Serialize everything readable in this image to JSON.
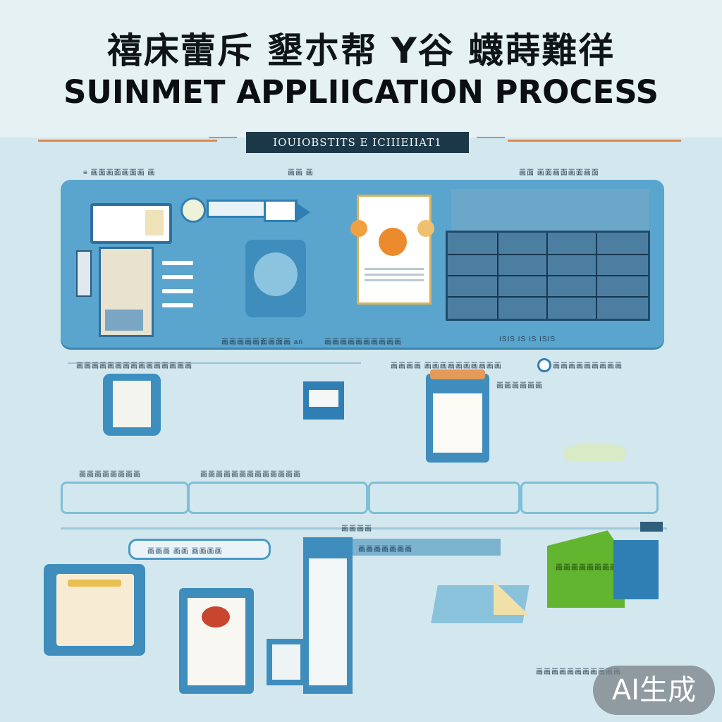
{
  "header": {
    "title_cn": "禧床蕾斥 墾朩帮 Y谷 蠛蒔難徉",
    "title_en": "SUINMET APPLIICATION PROCESS",
    "subtitle": "IOUIOBSTITS  E ICIIIEIIAT1"
  },
  "labels": {
    "top_left": "≡ 画面画面画面画 画",
    "top_mid": "画画 画",
    "top_right": "画面 画面画面画面画面",
    "panel_caption_1": "画画画画画面画面画 an",
    "panel_caption_2": "画画画画画画画画画画",
    "panel_caption_3": "ISIS IS IS ISIS",
    "row2_left": "画画画画画画画画画画画画画画画",
    "row2_mid": "画画画画 画画画画画画画画画画",
    "row2_right": "画画画画画画画画画",
    "row3_right": "画画画画画画",
    "row3_left": "画画画画画画画画",
    "row3_mid": "画画画画画画画画画画画画画",
    "rail_bottom": "画画画画",
    "row4_badge": "画画画 画画 画画画画",
    "row4_mid": "画画画画画画画",
    "green_card": "画画画画画画画画画",
    "bottom_right": "画画画画画画画画画画画"
  },
  "watermark": "AI生成",
  "colors": {
    "background": "#d3e7ee",
    "panel_blue": "#5aa5ce",
    "dark_navy": "#1b3848",
    "accent_orange": "#e08a4a",
    "accent_green": "#62b52e"
  }
}
